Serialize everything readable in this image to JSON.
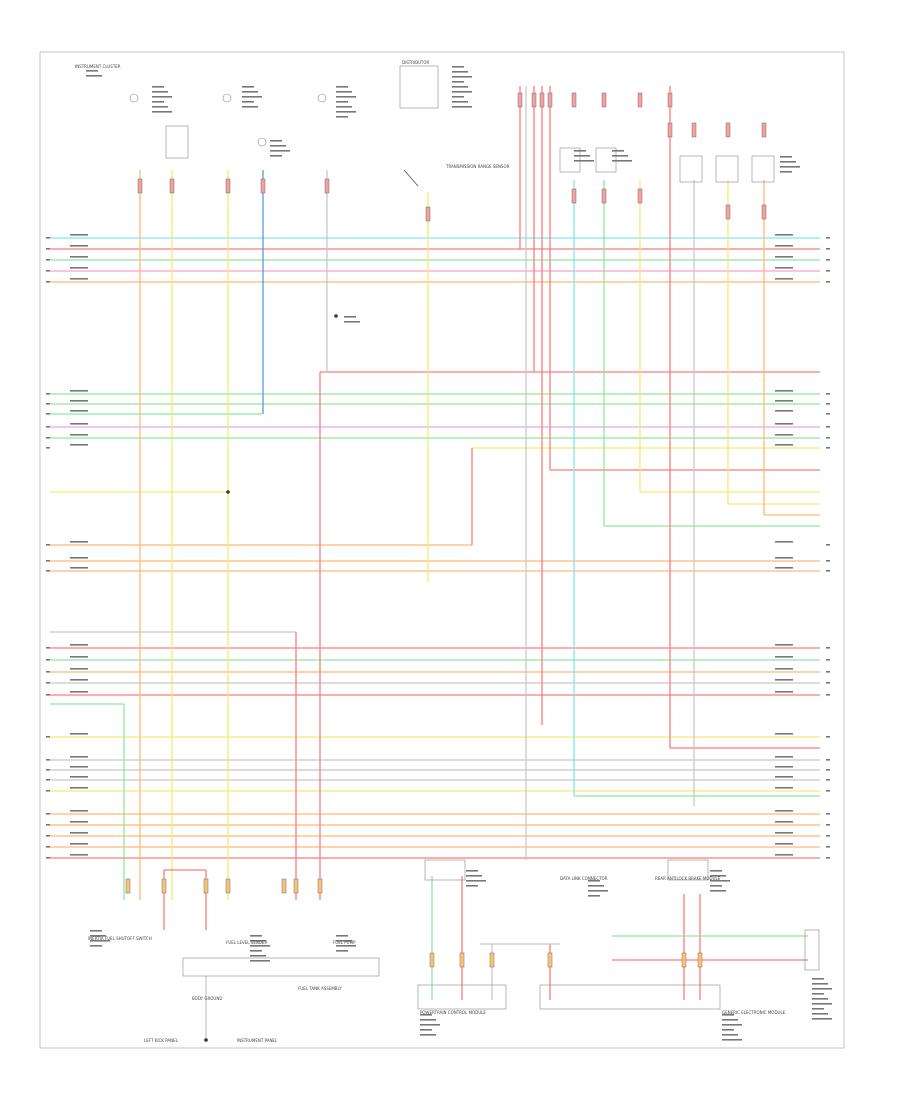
{
  "diagram": {
    "title": "",
    "footer_code": "",
    "labels": {
      "instrument_cluster": "INSTRUMENT CLUSTER",
      "fuel_tank_assembly": "FUEL TANK ASSEMBLY",
      "left_kick_panel": "LEFT KICK PANEL",
      "instrument_panel": "INSTRUMENT PANEL",
      "body_ground": "BODY GROUND",
      "fuel_level_sender": "FUEL LEVEL SENDER",
      "fuel_pump": "FUEL PUMP",
      "inertia_switch": "INERTIA FUEL SHUTOFF SWITCH",
      "transmission_range": "TRANSMISSION RANGE SENSOR",
      "distributor": "DISTRIBUTOR",
      "powertrain_control_module": "POWERTRAIN CONTROL MODULE",
      "generic_electronic_module": "GENERIC ELECTRONIC MODULE",
      "rear_abs_module": "REAR ANTILOCK BRAKE MODULE",
      "dlc": "DATA LINK CONNECTOR"
    }
  },
  "wire_colors": {
    "lt_blu_red": "#7fe8f2",
    "red": "#ff7a7a",
    "lt_grn_org": "#8ee89a",
    "pnk_orange": "#ffa0c8",
    "orange": "#ffb878",
    "yellow": "#f5ea6e",
    "purple": "#e0a8f0",
    "grey": "#c8c8c8",
    "dk_blue": "#5c9ad6"
  }
}
